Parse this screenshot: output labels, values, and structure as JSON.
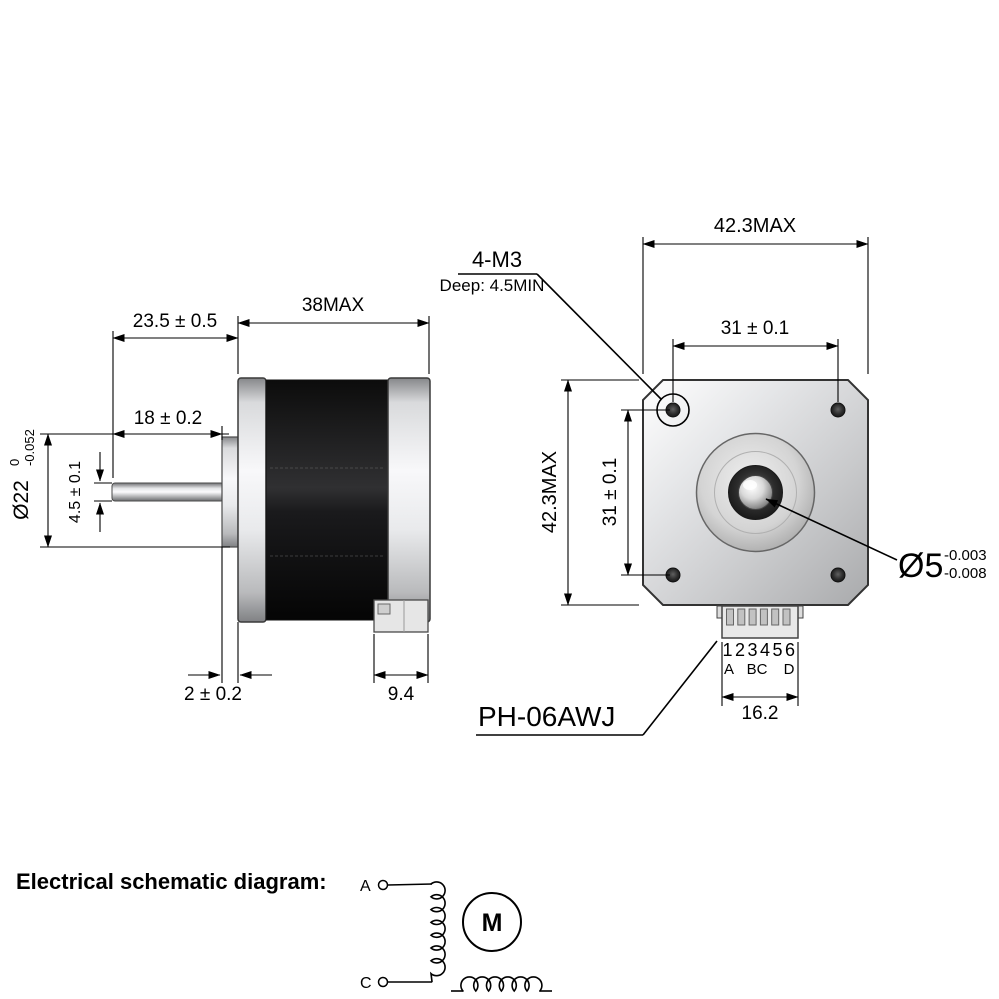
{
  "side_view": {
    "dim_shaft_to_face": "23.5 ± 0.5",
    "dim_body_length": "38MAX",
    "dim_shaft_length": "18 ± 0.2",
    "dim_shaft_flat": "4.5 ± 0.1",
    "pilot_dia": "Ø22",
    "pilot_tol_upper": "0",
    "pilot_tol_lower": "-0.052",
    "dim_pilot_height": "2 ± 0.2",
    "dim_connector_depth": "9.4"
  },
  "front_view": {
    "dim_width": "42.3MAX",
    "dim_hole_spacing_h": "31 ± 0.1",
    "dim_height": "42.3MAX",
    "dim_hole_spacing_v": "31 ± 0.1",
    "mount_holes": "4-M3",
    "mount_depth": "Deep: 4.5MIN",
    "shaft_dia": "Ø5",
    "shaft_tol_upper": "-0.003",
    "shaft_tol_lower": "-0.008",
    "connector_model": "PH-06AWJ",
    "pin_numbers": "123456",
    "pin_letter_a": "A",
    "pin_letters_bc": "BC",
    "pin_letter_d": "D",
    "dim_connector_width": "16.2"
  },
  "schematic": {
    "title": "Electrical schematic diagram:",
    "terminal_a": "A",
    "terminal_c": "C",
    "motor_symbol": "M"
  },
  "colors": {
    "line": "#000000",
    "body_silver": "#d9dadc",
    "stator_black": "#1a1a1c",
    "connector_gray": "#e6e6e6"
  }
}
